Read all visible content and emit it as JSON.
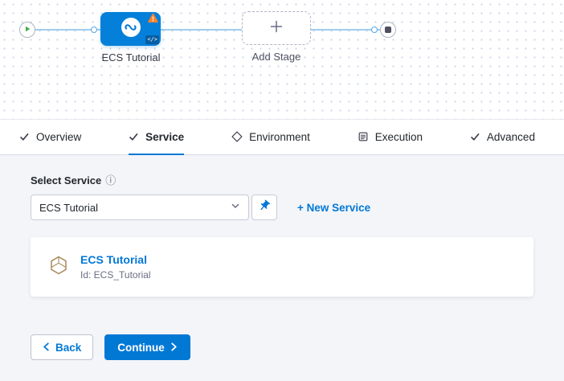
{
  "colors": {
    "accent": "#0278d5",
    "warning": "#ff832b",
    "play_green": "#42ab45",
    "content_background": "#f3f5f8"
  },
  "pipeline": {
    "stage_label": "ECS Tutorial",
    "add_stage_label": "Add Stage",
    "code_badge": "</>"
  },
  "tabs": [
    {
      "label": "Overview",
      "active": false
    },
    {
      "label": "Service",
      "active": true
    },
    {
      "label": "Environment",
      "active": false
    },
    {
      "label": "Execution",
      "active": false
    },
    {
      "label": "Advanced",
      "active": false
    }
  ],
  "form": {
    "select_label": "Select Service",
    "info_icon": "ⓘ",
    "dropdown_value": "ECS Tutorial",
    "new_service_label": "+ New Service"
  },
  "card": {
    "title": "ECS Tutorial",
    "id_text": "Id: ECS_Tutorial"
  },
  "footer": {
    "back_label": "Back",
    "continue_label": "Continue"
  }
}
